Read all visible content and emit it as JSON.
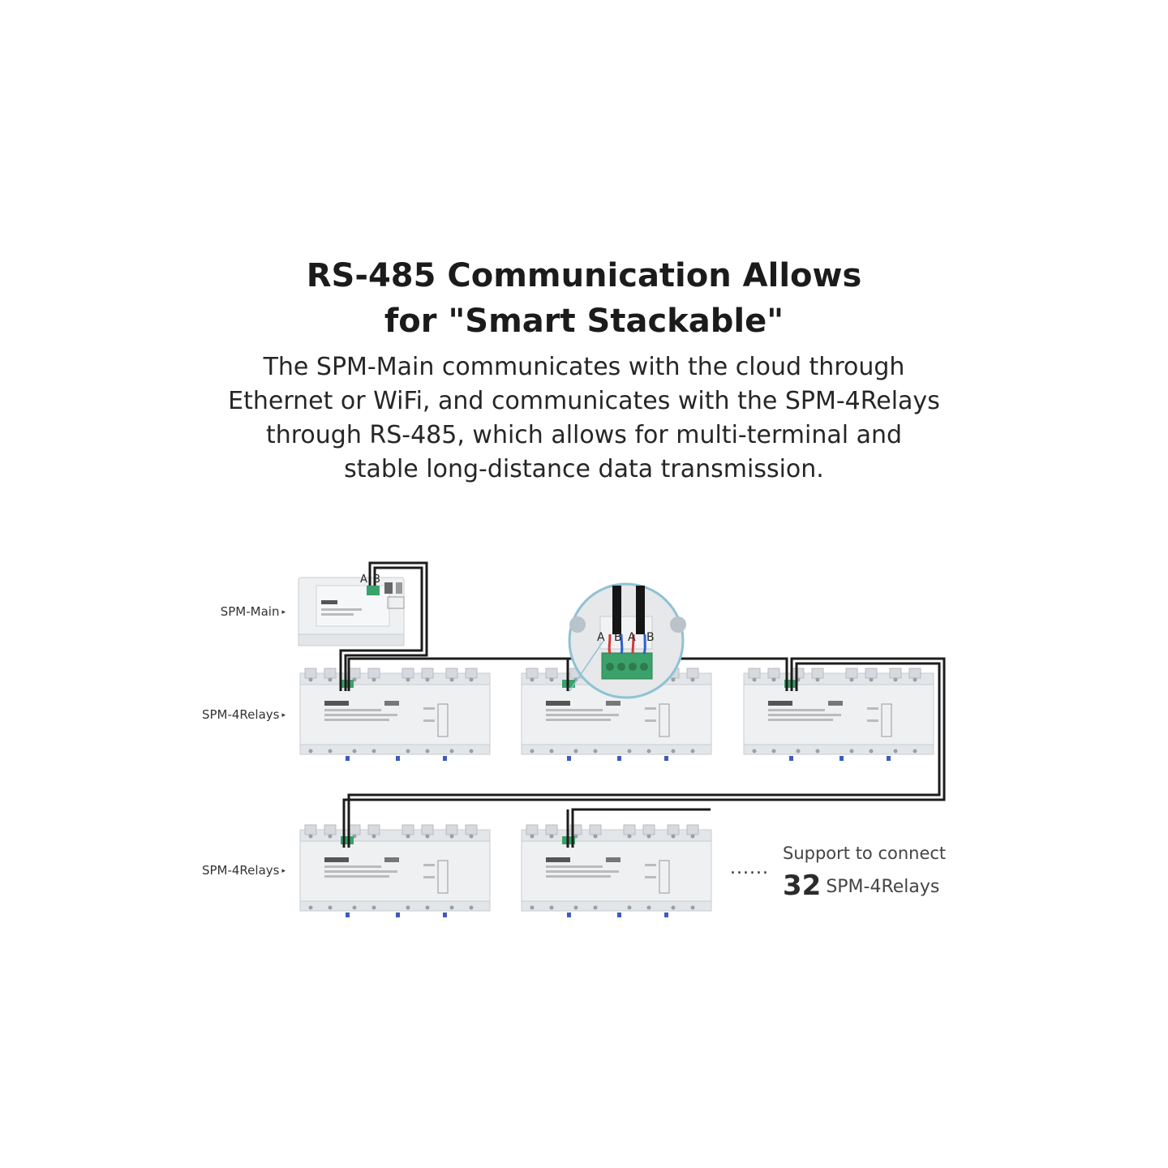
{
  "title": {
    "line1": "RS-485 Communication Allows",
    "line2": "for \"Smart Stackable\""
  },
  "description": {
    "line1": "The SPM-Main communicates with the cloud through",
    "line2": "Ethernet or WiFi, and communicates with the SPM-4Relays",
    "line3": "through RS-485, which allows for multi-terminal and",
    "line4": "stable long-distance data transmission."
  },
  "labels": {
    "main": "SPM-Main",
    "relays_row1": "SPM-4Relays",
    "relays_row2": "SPM-4Relays",
    "arrow": "▸"
  },
  "terminals": {
    "main_a": "A",
    "main_b": "B",
    "zoom_a1": "A",
    "zoom_b1": "B",
    "zoom_a2": "A",
    "zoom_b2": "B"
  },
  "support": {
    "line1": "Support to connect",
    "count": "32",
    "unit": "SPM-4Relays",
    "ellipsis": "......"
  },
  "colors": {
    "cable": "#1c1c1c",
    "terminal_green": "#3aa26a",
    "device_body": "#eef0f2",
    "wire_red": "#d23a3a",
    "wire_blue": "#2f5fd0",
    "zoom_bg": "#8ec2d4"
  }
}
